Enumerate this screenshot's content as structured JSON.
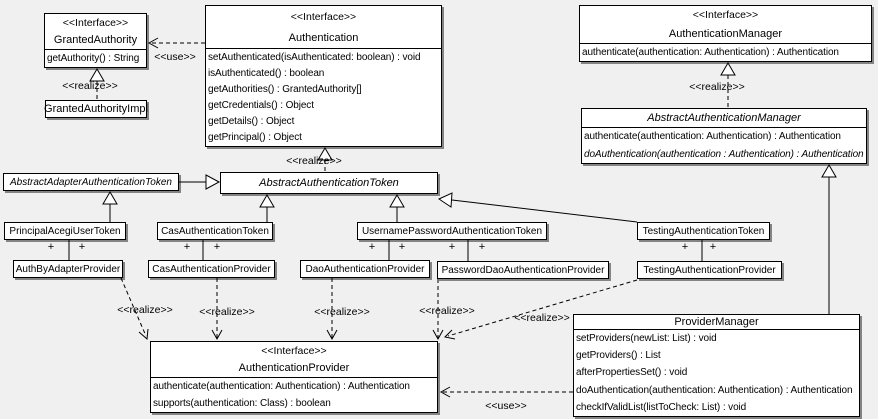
{
  "labels": {
    "interface": "<<Interface>>",
    "realize": "<<realize>>",
    "use": "<<use>>",
    "plus": "+"
  },
  "colors": {
    "background": "#f0f0f0",
    "box_fill": "#ffffff",
    "line": "#000000",
    "shadow": "#808080"
  },
  "classes": {
    "granted_authority": {
      "stereotype": "<<Interface>>",
      "name": "GrantedAuthority",
      "methods": [
        "getAuthority() : String"
      ]
    },
    "granted_authority_impl": {
      "name": "GrantedAuthorityImpl"
    },
    "authentication": {
      "stereotype": "<<Interface>>",
      "name": "Authentication",
      "methods": [
        "setAuthenticated(isAuthenticated: boolean) : void",
        "isAuthenticated() : boolean",
        "getAuthorities() : GrantedAuthority[]",
        "getCredentials() : Object",
        "getDetails() : Object",
        "getPrincipal() : Object"
      ]
    },
    "authentication_manager": {
      "stereotype": "<<Interface>>",
      "name": "AuthenticationManager",
      "methods": [
        "authenticate(authentication: Authentication) : Authentication"
      ]
    },
    "abstract_authentication_manager": {
      "name": "AbstractAuthenticationManager",
      "methods": [
        "authenticate(authentication: Authentication) : Authentication",
        "doAuthentication(authentication : Authentication) : Authentication"
      ]
    },
    "abstract_adapter_authentication_token": {
      "name": "AbstractAdapterAuthenticationToken"
    },
    "abstract_authentication_token": {
      "name": "AbstractAuthenticationToken"
    },
    "principal_acegi_user_token": {
      "name": "PrincipalAcegiUserToken"
    },
    "cas_authentication_token": {
      "name": "CasAuthenticationToken"
    },
    "username_password_authentication_token": {
      "name": "UsernamePasswordAuthenticationToken"
    },
    "testing_authentication_token": {
      "name": "TestingAuthenticationToken"
    },
    "auth_by_adapter_provider": {
      "name": "AuthByAdapterProvider"
    },
    "cas_authentication_provider": {
      "name": "CasAuthenticationProvider"
    },
    "dao_authentication_provider": {
      "name": "DaoAuthenticationProvider"
    },
    "password_dao_authentication_provider": {
      "name": "PasswordDaoAuthenticationProvider"
    },
    "testing_authentication_provider": {
      "name": "TestingAuthenticationProvider"
    },
    "authentication_provider": {
      "stereotype": "<<Interface>>",
      "name": "AuthenticationProvider",
      "methods": [
        "authenticate(authentication: Authentication) : Authentication",
        "supports(authentication: Class) : boolean"
      ]
    },
    "provider_manager": {
      "name": "ProviderManager",
      "methods": [
        "setProviders(newList: List) : void",
        "getProviders() : List",
        "afterPropertiesSet() : void",
        "doAuthentication(authentication: Authentication) : Authentication",
        "checkIfValidList(listToCheck: List) : void"
      ]
    }
  }
}
